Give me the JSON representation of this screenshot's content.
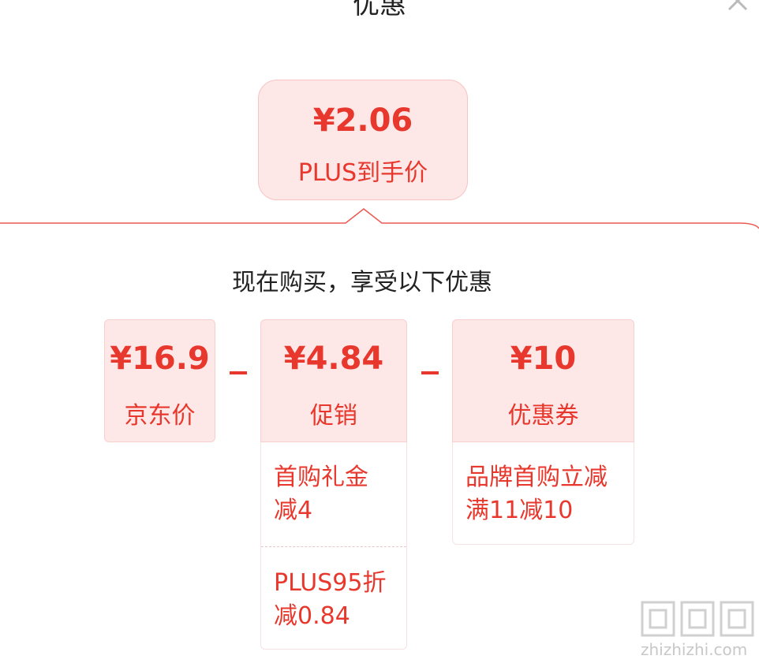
{
  "sheet": {
    "title": "优惠"
  },
  "final": {
    "price": "¥2.06",
    "label": "PLUS到手价"
  },
  "intro": "现在购买，享受以下优惠",
  "breakdown": {
    "jd": {
      "price": "¥16.9",
      "label": "京东价"
    },
    "promo": {
      "price": "¥4.84",
      "label": "促销"
    },
    "coupon": {
      "price": "¥10",
      "label": "优惠券"
    }
  },
  "promo_details": [
    {
      "line1": "首购礼金",
      "line2": "减4"
    },
    {
      "line1": "PLUS95折",
      "line2": "减0.84"
    }
  ],
  "coupon_details": [
    {
      "line1": "品牌首购立减",
      "line2": "满11减10"
    }
  ],
  "watermark": {
    "text": "zhizhizhi.com"
  },
  "colors": {
    "accent": "#e8372c",
    "card_bg": "#fde7e7",
    "text": "#222222"
  },
  "icons": {
    "close": "close-icon"
  }
}
